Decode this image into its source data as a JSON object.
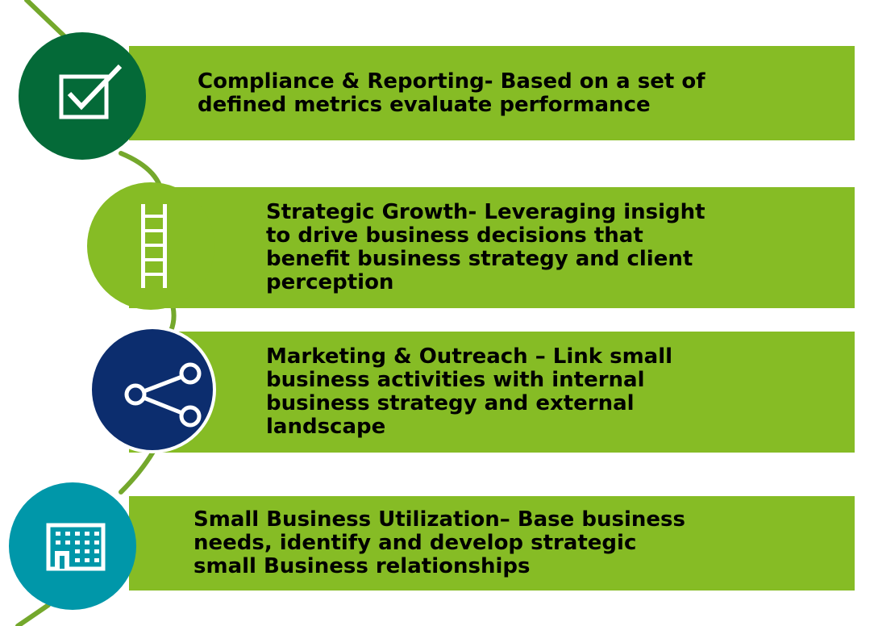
{
  "colors": {
    "banner": "#86bc25",
    "connector": "#74a82c",
    "circle_dark_green": "#046a38",
    "circle_light_green": "#86bc25",
    "circle_navy": "#0c2d6e",
    "circle_teal": "#0097a9",
    "text": "#000000",
    "icon": "#ffffff"
  },
  "items": [
    {
      "text": "Compliance & Reporting- Based on a set of\ndefined metrics evaluate performance",
      "icon": "checkbox-icon"
    },
    {
      "text": "Strategic Growth- Leveraging insight\nto drive business decisions that\nbenefit business strategy and client\nperception",
      "icon": "ladder-icon"
    },
    {
      "text": "Marketing & Outreach – Link small\nbusiness activities with internal\nbusiness strategy and external\nlandscape",
      "icon": "share-icon"
    },
    {
      "text": "Small Business Utilization– Base business\nneeds, identify and develop strategic\nsmall Business relationships",
      "icon": "building-icon"
    }
  ]
}
